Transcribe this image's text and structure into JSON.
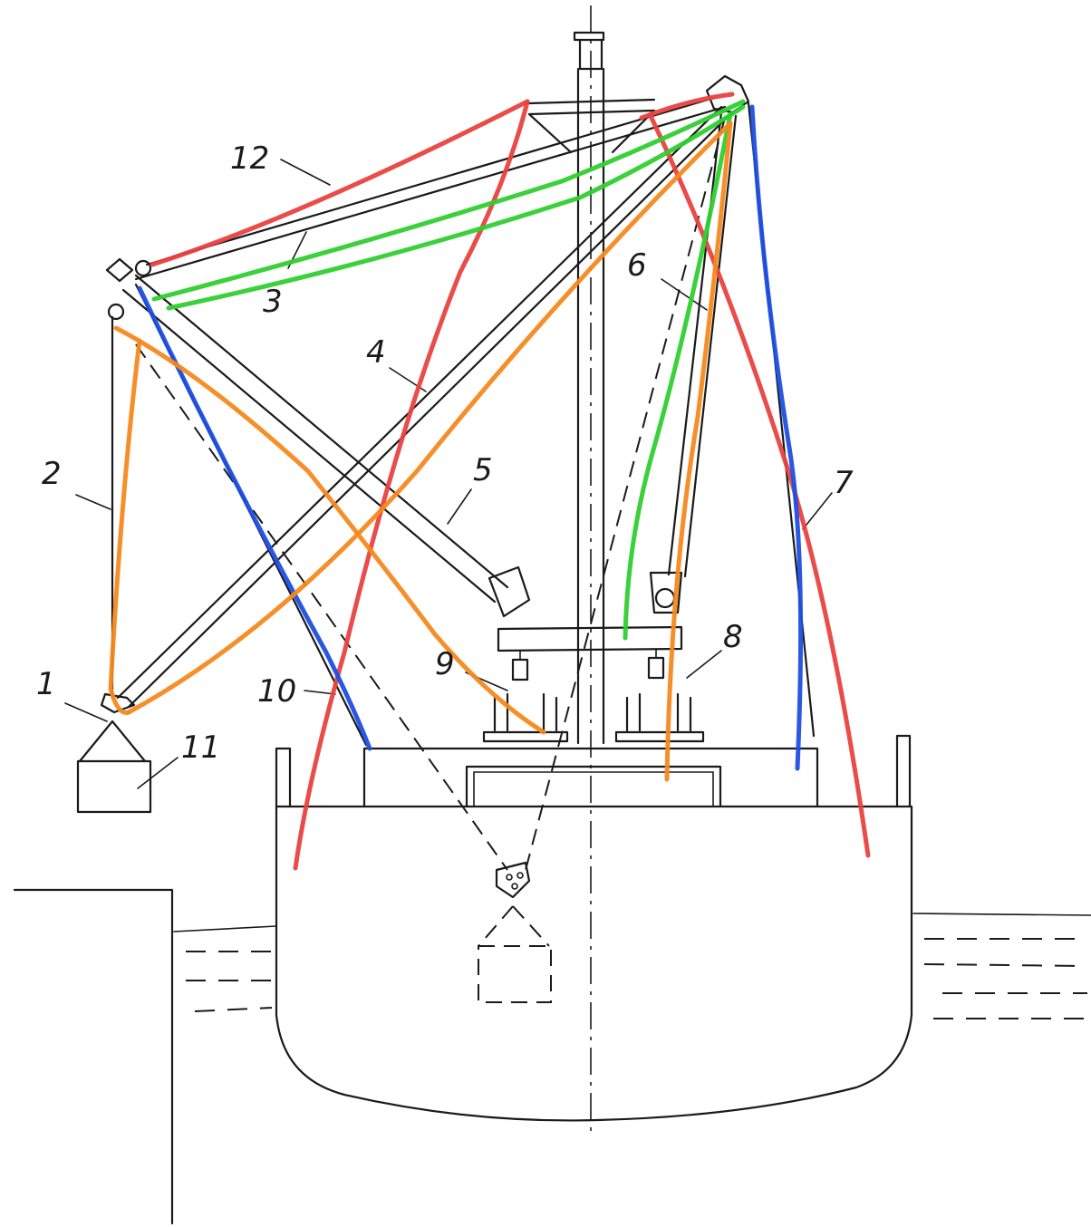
{
  "labels": [
    "1",
    "2",
    "3",
    "4",
    "5",
    "6",
    "7",
    "8",
    "9",
    "10",
    "11",
    "12"
  ],
  "colors": {
    "ink": "#1a1a1a",
    "red": "#e8423f",
    "green": "#2fcf2f",
    "blue": "#1f4fe0",
    "orange": "#f5891d"
  }
}
